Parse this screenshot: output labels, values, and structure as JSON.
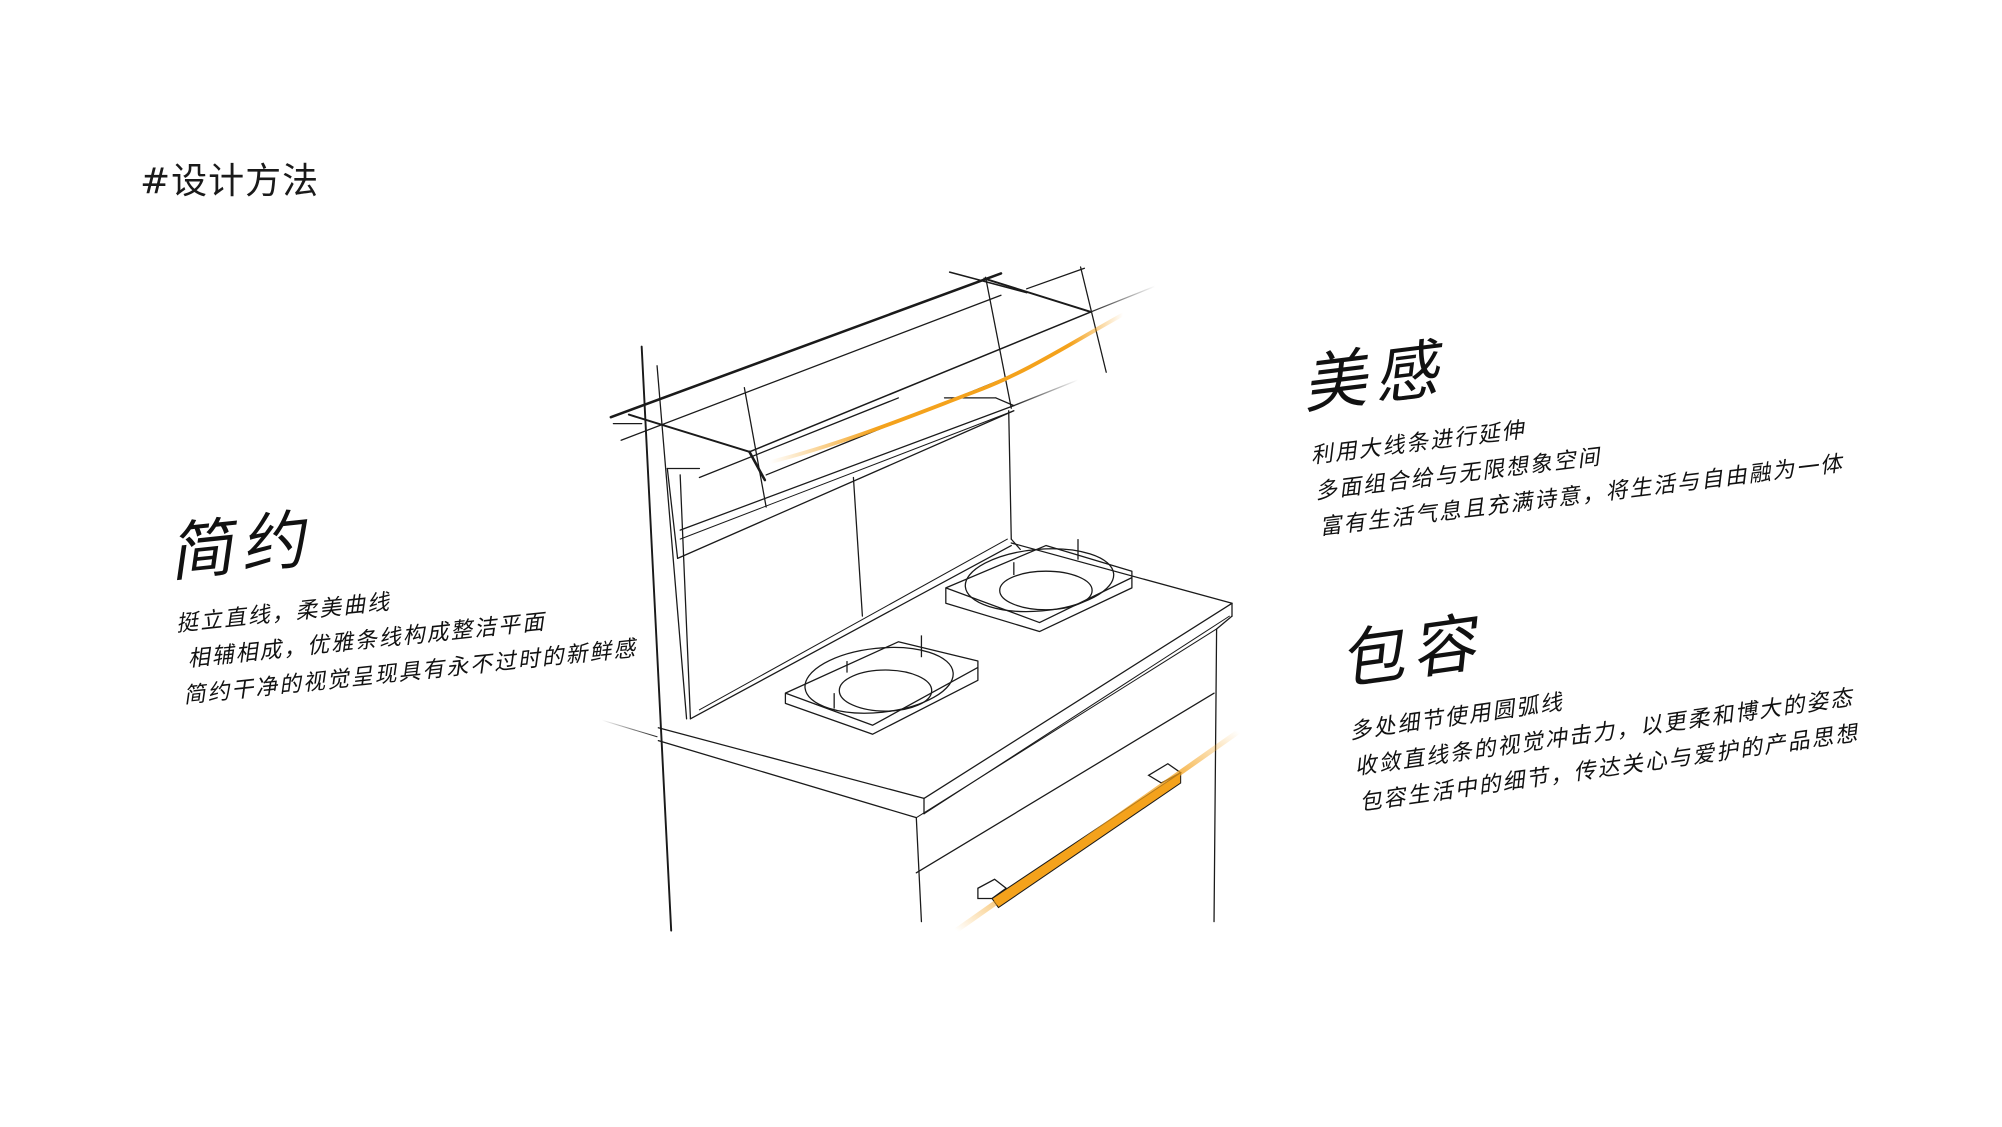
{
  "page": {
    "title": "#设计方法",
    "accent_color": "#F4A21C",
    "line_color": "#1a1a1a"
  },
  "sketch": {
    "subject": "two-burner integrated stove cabinet line drawing",
    "highlight_color": "#F4A21C"
  },
  "notes": [
    {
      "heading": "简约",
      "lines": [
        "挺立直线，柔美曲线",
        "相辅相成，优雅条线构成整洁平面",
        "简约干净的视觉呈现具有永不过时的新鲜感"
      ]
    },
    {
      "heading": "美感",
      "lines": [
        "利用大线条进行延伸",
        "多面组合给与无限想象空间",
        "富有生活气息且充满诗意，将生活与自由融为一体"
      ]
    },
    {
      "heading": "包容",
      "lines": [
        "多处细节使用圆弧线",
        "收敛直线条的视觉冲击力，以更柔和博大的姿态",
        "包容生活中的细节，传达关心与爱护的产品思想"
      ]
    }
  ]
}
